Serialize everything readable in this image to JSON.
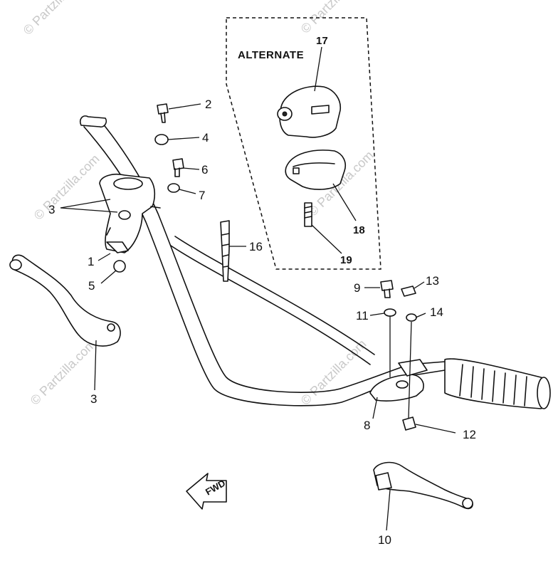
{
  "watermark": {
    "text": "© Partzilla.com"
  },
  "alternate_label": "ALTERNATE",
  "fwd_label": "FWD",
  "callouts": {
    "p1": "1",
    "p2": "2",
    "p3_left": "3",
    "p3_lever": "3",
    "p4": "4",
    "p5": "5",
    "p6": "6",
    "p7": "7",
    "p8": "8",
    "p9": "9",
    "p10": "10",
    "p11": "11",
    "p12": "12",
    "p13": "13",
    "p14": "14",
    "p16": "16",
    "p17": "17",
    "p18": "18",
    "p19": "19"
  }
}
